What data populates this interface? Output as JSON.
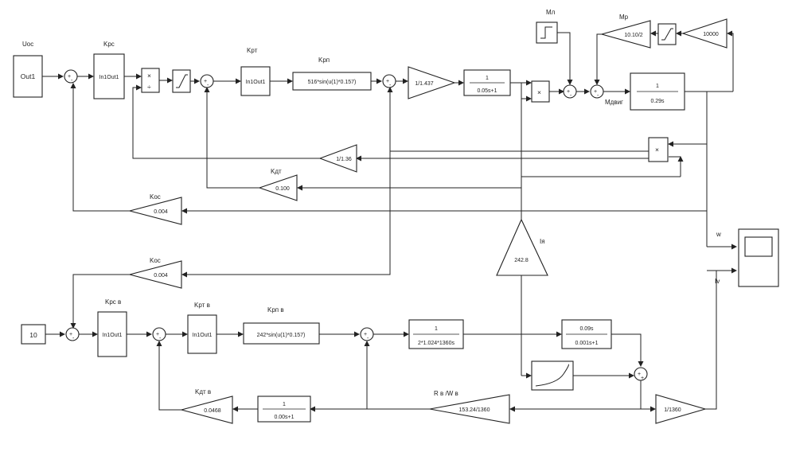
{
  "labels": {
    "uoc": "Uoc",
    "kpc": "Kpc",
    "kpt": "Kpт",
    "kpp": "Kpп",
    "ml": "Mл",
    "mp": "Mp",
    "mdvig": "Mдвиг",
    "kdt": "Kдт",
    "kos": "Koc",
    "koc2": "Koc",
    "kpc_b": "Kpc в",
    "kpt_b": "Kpт в",
    "kpp_b": "Kpп в",
    "kdt_b": "Kдт в",
    "rd": "R в  /W в",
    "w": "w",
    "iv": "Iv",
    "ia": "Iя"
  },
  "blocks": {
    "uoc_out": "Out1",
    "kpc_in": "In1Out1",
    "kpt_in": "In1Out1",
    "kpp_expr": "516*sin(u(1)*0.157)",
    "gain_1437": "1/1.437",
    "tf1_num": "1",
    "tf1_den": "0.05s+1",
    "tf2_num": "1",
    "tf2_den": "0.29s",
    "gain_1010": "10.10/2",
    "gain_10000": "10000",
    "gain_136": "1/1.36",
    "gain_0100": "0.100",
    "gain_0004a": "0.004",
    "gain_0004b": "0.004",
    "gain_2428": "242.8",
    "const_10": "10",
    "kpc_b_in": "In1Out1",
    "kpt_b_in": "In1Out1",
    "kpp_b_expr": "242*sin(u(1)*0.157)",
    "tf3_num": "1",
    "tf3_den": "2*1.024*1360s",
    "tf4_num": "0.09s",
    "tf4_den": "0.001s+1",
    "gain_00468": "0.0468",
    "tf5_num": "1",
    "tf5_den": "0.00s+1",
    "gain_153": "153.24/1360",
    "gain_1360": "1/1360",
    "mult": "×",
    "div": "÷"
  }
}
